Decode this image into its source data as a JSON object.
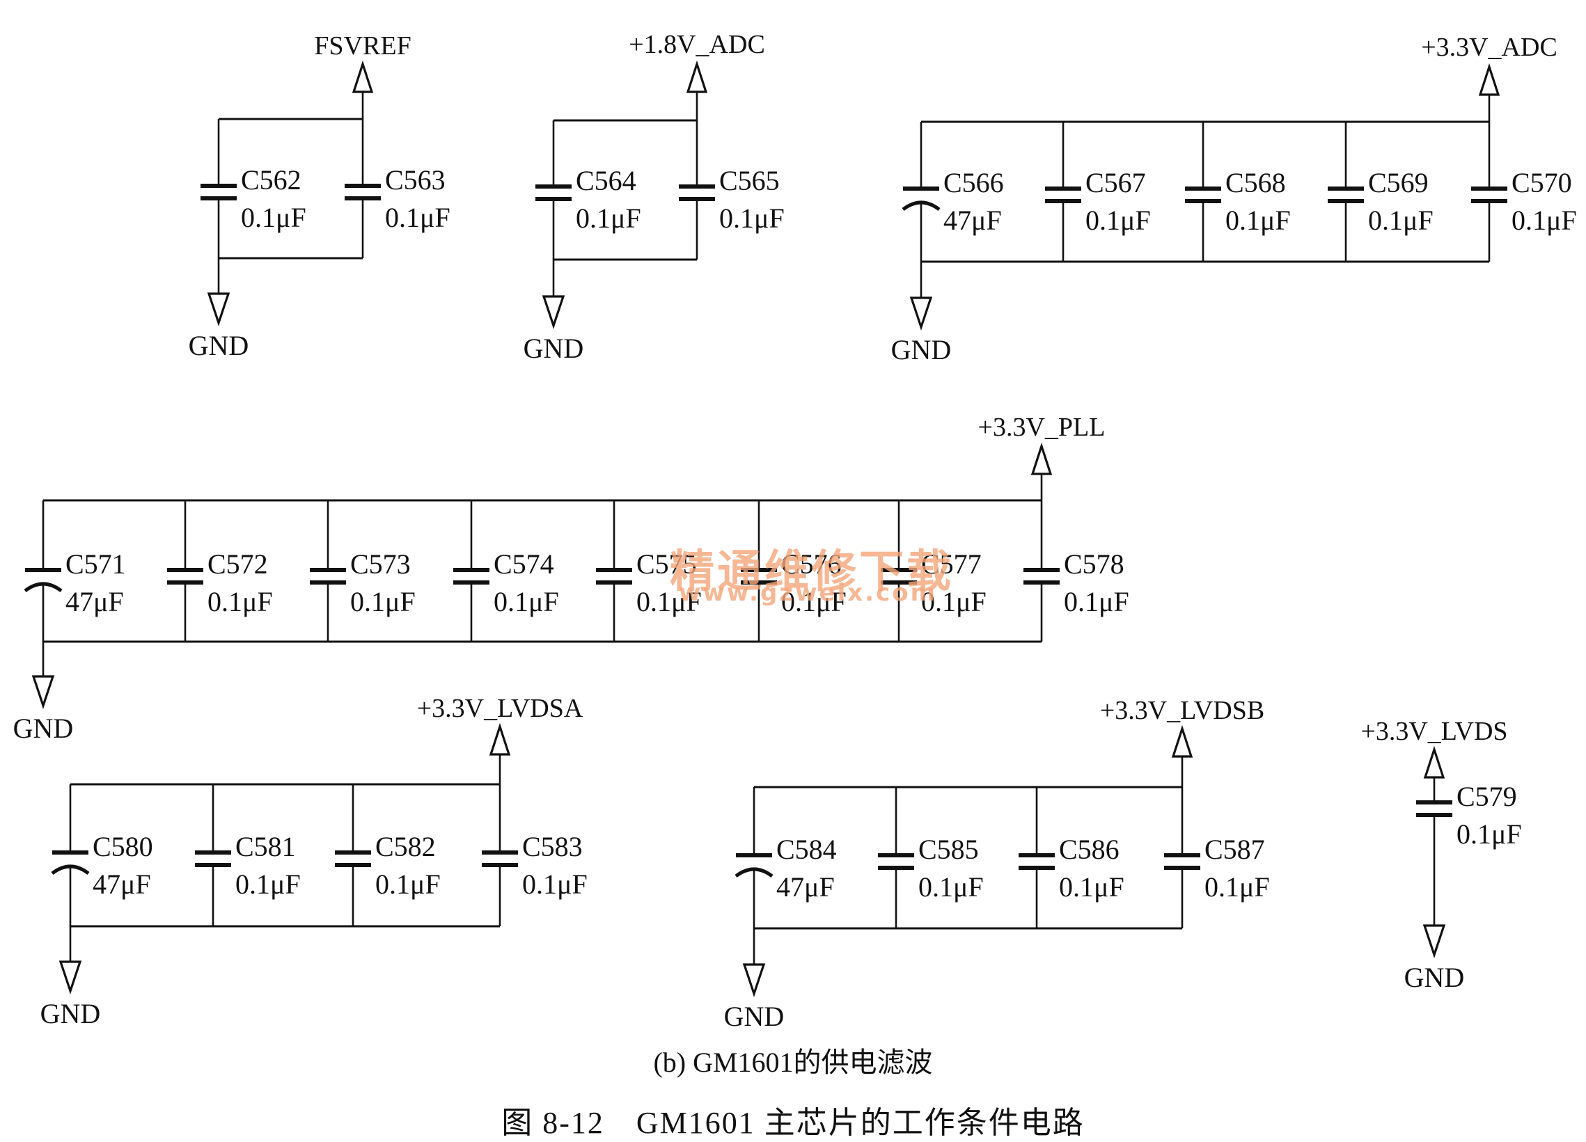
{
  "figure": {
    "subtitle": "(b) GM1601的供电滤波",
    "title": "图 8-12　GM1601 主芯片的工作条件电路"
  },
  "watermark": {
    "text": "精通维修下载",
    "url": "www.gzweix.com",
    "color": "#f5a67a"
  },
  "ground_label": "GND",
  "groups": [
    {
      "id": "fsvref",
      "net": "FSVREF",
      "caps": [
        {
          "ref": "C562",
          "value": "0.1μF",
          "type": "ceramic"
        },
        {
          "ref": "C563",
          "value": "0.1μF",
          "type": "ceramic"
        }
      ]
    },
    {
      "id": "adc18",
      "net": "+1.8V_ADC",
      "caps": [
        {
          "ref": "C564",
          "value": "0.1μF",
          "type": "ceramic"
        },
        {
          "ref": "C565",
          "value": "0.1μF",
          "type": "ceramic"
        }
      ]
    },
    {
      "id": "adc33",
      "net": "+3.3V_ADC",
      "caps": [
        {
          "ref": "C566",
          "value": "47μF",
          "type": "electrolytic"
        },
        {
          "ref": "C567",
          "value": "0.1μF",
          "type": "ceramic"
        },
        {
          "ref": "C568",
          "value": "0.1μF",
          "type": "ceramic"
        },
        {
          "ref": "C569",
          "value": "0.1μF",
          "type": "ceramic"
        },
        {
          "ref": "C570",
          "value": "0.1μF",
          "type": "ceramic"
        }
      ]
    },
    {
      "id": "pll",
      "net": "+3.3V_PLL",
      "caps": [
        {
          "ref": "C571",
          "value": "47μF",
          "type": "electrolytic"
        },
        {
          "ref": "C572",
          "value": "0.1μF",
          "type": "ceramic"
        },
        {
          "ref": "C573",
          "value": "0.1μF",
          "type": "ceramic"
        },
        {
          "ref": "C574",
          "value": "0.1μF",
          "type": "ceramic"
        },
        {
          "ref": "C575",
          "value": "0.1μF",
          "type": "ceramic"
        },
        {
          "ref": "C576",
          "value": "0.1μF",
          "type": "ceramic"
        },
        {
          "ref": "C577",
          "value": "0.1μF",
          "type": "ceramic"
        },
        {
          "ref": "C578",
          "value": "0.1μF",
          "type": "ceramic"
        }
      ]
    },
    {
      "id": "lvdsa",
      "net": "+3.3V_LVDSA",
      "caps": [
        {
          "ref": "C580",
          "value": "47μF",
          "type": "electrolytic"
        },
        {
          "ref": "C581",
          "value": "0.1μF",
          "type": "ceramic"
        },
        {
          "ref": "C582",
          "value": "0.1μF",
          "type": "ceramic"
        },
        {
          "ref": "C583",
          "value": "0.1μF",
          "type": "ceramic"
        }
      ]
    },
    {
      "id": "lvdsb",
      "net": "+3.3V_LVDSB",
      "caps": [
        {
          "ref": "C584",
          "value": "47μF",
          "type": "electrolytic"
        },
        {
          "ref": "C585",
          "value": "0.1μF",
          "type": "ceramic"
        },
        {
          "ref": "C586",
          "value": "0.1μF",
          "type": "ceramic"
        },
        {
          "ref": "C587",
          "value": "0.1μF",
          "type": "ceramic"
        }
      ]
    },
    {
      "id": "lvds",
      "net": "+3.3V_LVDS",
      "caps": [
        {
          "ref": "C579",
          "value": "0.1μF",
          "type": "ceramic"
        }
      ]
    }
  ]
}
